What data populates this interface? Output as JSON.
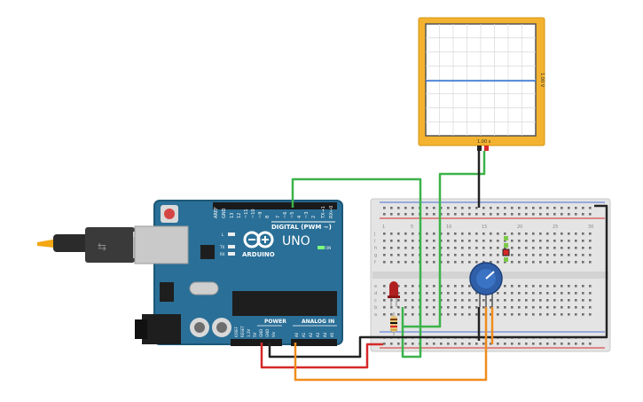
{
  "arduino": {
    "logo": "ARDUINO",
    "model": "UNO",
    "digital_label": "DIGITAL (PWM ~)",
    "power_label": "POWER",
    "analog_label": "ANALOG IN",
    "on_label": "ON",
    "tx_label": "TX",
    "rx_label": "RX",
    "l_label": "L",
    "digital_pins": [
      "AREF",
      "GND",
      "13",
      "12",
      "~11",
      "~10",
      "~9",
      "8",
      "7",
      "~6",
      "~5",
      "4",
      "~3",
      "2",
      "TX→1",
      "RX←0"
    ],
    "power_pins": [
      "IOREF",
      "RESET",
      "3.3V",
      "5V",
      "GND",
      "GND",
      "Vin"
    ],
    "analog_pins": [
      "A0",
      "A1",
      "A2",
      "A3",
      "A4",
      "A5"
    ]
  },
  "oscilloscope": {
    "time_label": "1.00 s",
    "volt_label": "1.00 V"
  },
  "breadboard": {
    "row_letters_top": [
      "j",
      "i",
      "h",
      "g",
      "f"
    ],
    "row_letters_bottom": [
      "e",
      "d",
      "c",
      "b",
      "a"
    ],
    "column_numbers": [
      "1",
      "5",
      "10",
      "15",
      "20",
      "25",
      "30"
    ]
  },
  "colors": {
    "board": "#2a6f97",
    "scope_frame": "#f3b22f",
    "wire_green": "#3bb34a",
    "wire_red": "#d62828",
    "wire_orange": "#f08c1e",
    "wire_black": "#222222"
  }
}
